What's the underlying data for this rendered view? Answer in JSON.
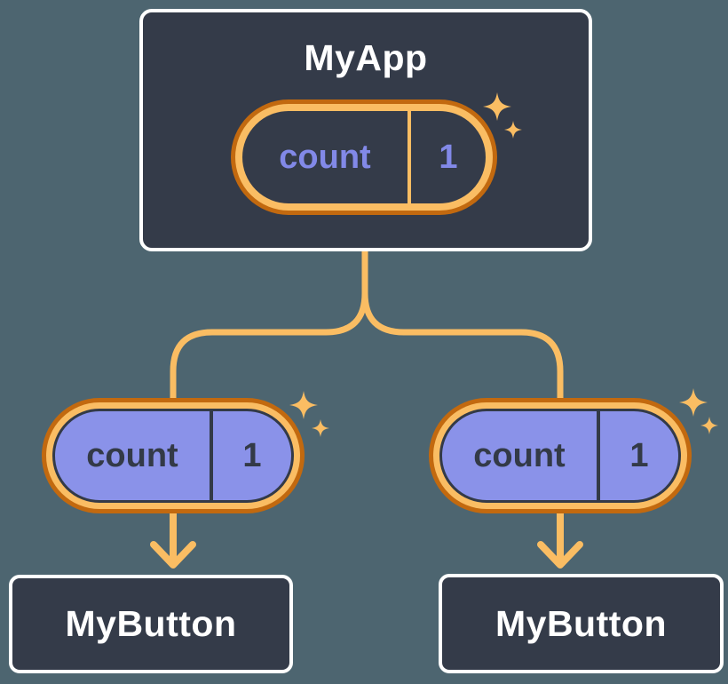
{
  "palette": {
    "background": "#4d6570",
    "box_bg": "#343b49",
    "box_border": "#ffffff",
    "orange_light": "#fabd63",
    "orange_dark": "#c2690f",
    "purple_fill": "#8a92e9",
    "purple_text": "#8289e8",
    "dark_text": "#333a47",
    "white_text": "#ffffff"
  },
  "diagram": {
    "root": {
      "title": "MyApp",
      "state_pill": {
        "label": "count",
        "value": "1"
      }
    },
    "children": [
      {
        "title": "MyButton",
        "prop_pill": {
          "label": "count",
          "value": "1"
        }
      },
      {
        "title": "MyButton",
        "prop_pill": {
          "label": "count",
          "value": "1"
        }
      }
    ]
  },
  "icons": {
    "sparkle": "four-point-star",
    "arrow": "down-arrow"
  }
}
